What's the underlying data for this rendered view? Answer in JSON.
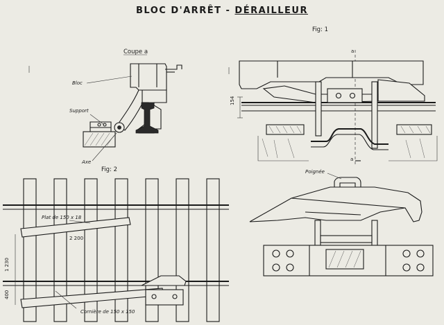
{
  "title": {
    "part1": "BLOC D'ARRÊT",
    "separator": " - ",
    "part2": "DÉRAILLEUR"
  },
  "figures": {
    "fig1": "Fig: 1",
    "fig2": "Fig: 2",
    "coupe": "Coupe a"
  },
  "labels": {
    "bloc": "Bloc",
    "support": "Support",
    "axe": "Axe",
    "poignee": "Poignée",
    "plat": "Plat de 150 x 18",
    "corniere": "Cornière de 150 x 150",
    "section_a_top": "a",
    "section_a_bottom": "a"
  },
  "dimensions": {
    "d154": "154",
    "d2200": "2 200",
    "d1230": "1 230",
    "d400": "400"
  }
}
